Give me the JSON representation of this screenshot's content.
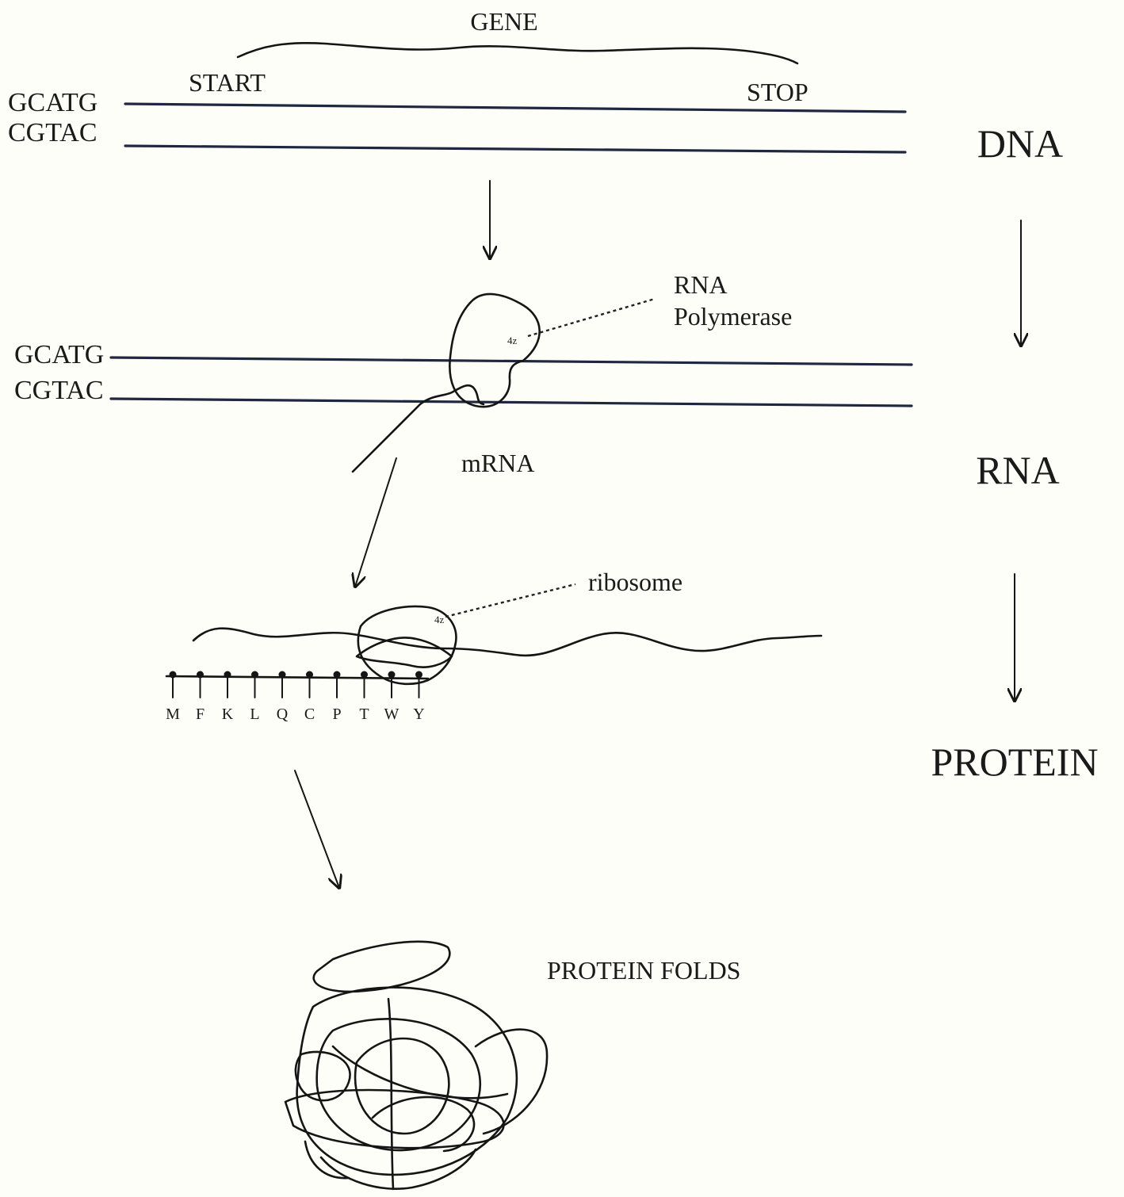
{
  "labels": {
    "gene": "GENE",
    "start": "START",
    "stop": "STOP",
    "strand_top_1": "GCATG",
    "strand_bottom_1": "CGTAC",
    "strand_top_2": "GCATG",
    "strand_bottom_2": "CGTAC",
    "rna_polymerase_line1": "RNA",
    "rna_polymerase_line2": "Polymerase",
    "mrna": "mRNA",
    "ribosome": "ribosome",
    "protein_folds": "PROTEIN FOLDS"
  },
  "stages": {
    "dna": "DNA",
    "rna": "RNA",
    "protein": "PROTEIN"
  },
  "amino_acids": [
    "M",
    "F",
    "K",
    "L",
    "Q",
    "C",
    "P",
    "T",
    "W",
    "Y"
  ]
}
